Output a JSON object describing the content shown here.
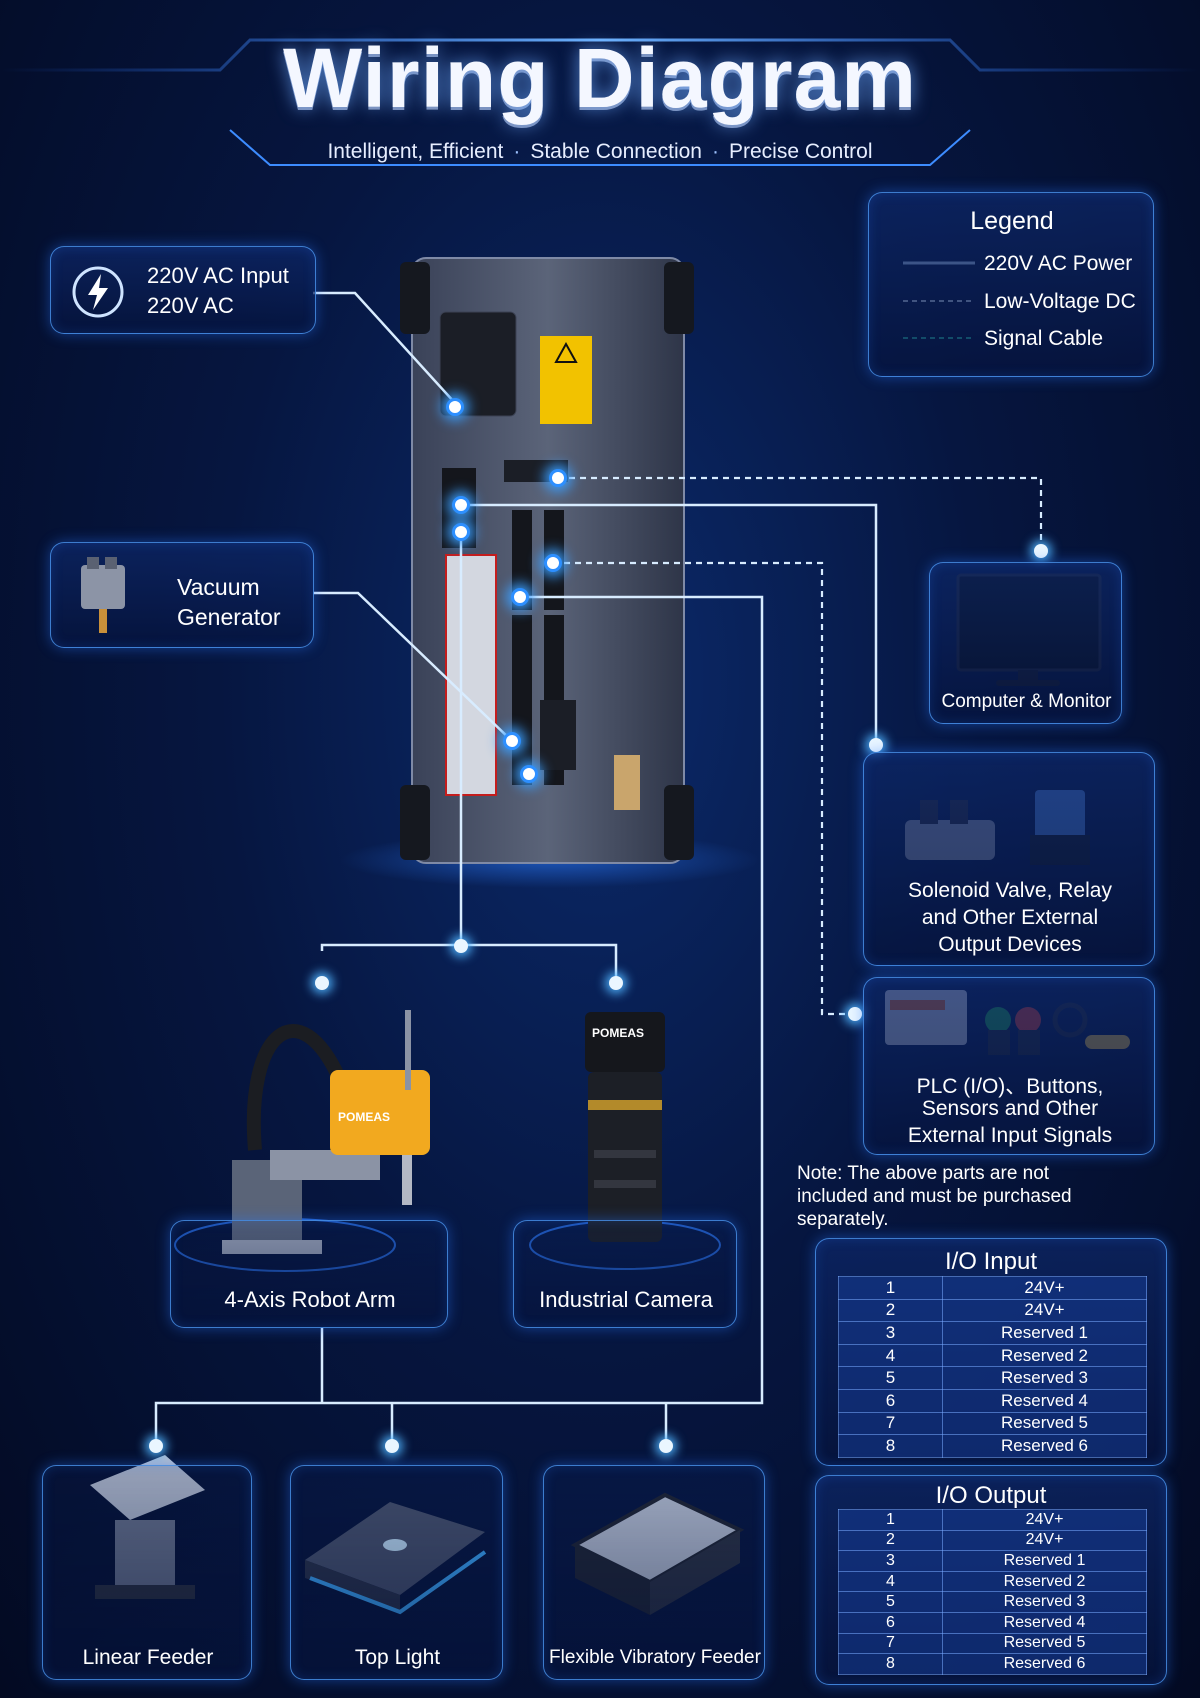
{
  "header": {
    "title": "Wiring Diagram",
    "subtitle_parts": [
      "Intelligent, Efficient",
      "Stable Connection",
      "Precise Control"
    ],
    "separator": "·"
  },
  "legend": {
    "title": "Legend",
    "items": [
      {
        "label": "220V AC Power",
        "style": "solid",
        "color": "#8fc4ff"
      },
      {
        "label": "Low-Voltage DC",
        "style": "dashed",
        "color": "#d0e4ff"
      },
      {
        "label": "Signal Cable",
        "style": "dashed",
        "color": "#2fd3c0"
      }
    ]
  },
  "components": {
    "ac_input": {
      "line1": "220V AC Input",
      "line2": "220V AC",
      "icon": "lightning-icon"
    },
    "vacuum": {
      "line1": "Vacuum",
      "line2": "Generator"
    },
    "computer": {
      "label": "Computer & Monitor"
    },
    "solenoid": {
      "line1": "Solenoid Valve, Relay",
      "line2": "and Other External",
      "line3": "Output Devices"
    },
    "plc": {
      "line1": "PLC (I/O)、Buttons,",
      "line2": "Sensors and Other",
      "line3": "External Input Signals"
    },
    "robot": {
      "label": "4-Axis Robot Arm",
      "brand": "POMEAS"
    },
    "camera": {
      "label": "Industrial Camera",
      "brand": "POMEAS"
    },
    "linear_feeder": {
      "label": "Linear Feeder"
    },
    "top_light": {
      "label": "Top Light"
    },
    "flex_feeder": {
      "label": "Flexible Vibratory Feeder"
    }
  },
  "note": "Note: The above parts are not included and must be purchased separately.",
  "io_input": {
    "title": "I/O Input",
    "rows": [
      {
        "no": "1",
        "value": "24V+"
      },
      {
        "no": "2",
        "value": "24V+"
      },
      {
        "no": "3",
        "value": "Reserved 1"
      },
      {
        "no": "4",
        "value": "Reserved 2"
      },
      {
        "no": "5",
        "value": "Reserved 3"
      },
      {
        "no": "6",
        "value": "Reserved 4"
      },
      {
        "no": "7",
        "value": "Reserved 5"
      },
      {
        "no": "8",
        "value": "Reserved 6"
      }
    ]
  },
  "io_output": {
    "title": "I/O Output",
    "rows": [
      {
        "no": "1",
        "value": "24V+"
      },
      {
        "no": "2",
        "value": "24V+"
      },
      {
        "no": "3",
        "value": "Reserved 1"
      },
      {
        "no": "4",
        "value": "Reserved 2"
      },
      {
        "no": "5",
        "value": "Reserved 3"
      },
      {
        "no": "6",
        "value": "Reserved 4"
      },
      {
        "no": "7",
        "value": "Reserved 5"
      },
      {
        "no": "8",
        "value": "Reserved 6"
      }
    ]
  }
}
